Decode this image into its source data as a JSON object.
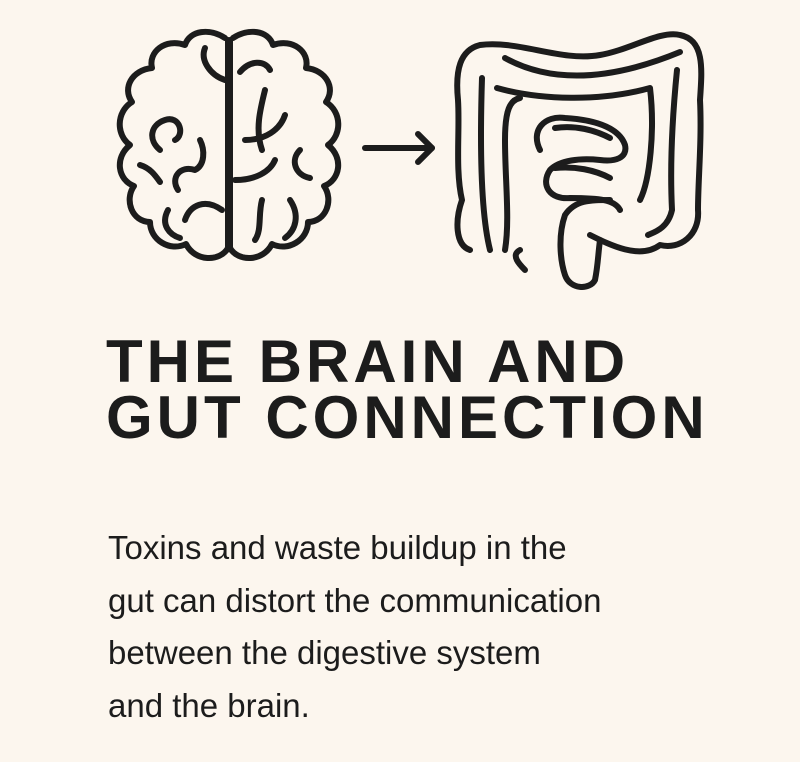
{
  "title": {
    "line1": "THE BRAIN AND",
    "line2": "GUT CONNECTION"
  },
  "body": {
    "lines": [
      "Toxins and waste buildup in the",
      "gut can distort the communication",
      "between the digestive system",
      "and the brain."
    ]
  },
  "icons": {
    "left": "brain-icon",
    "middle": "arrow-right-icon",
    "right": "intestines-icon"
  },
  "colors": {
    "background": "#fcf6ee",
    "ink": "#1c1c1c"
  }
}
